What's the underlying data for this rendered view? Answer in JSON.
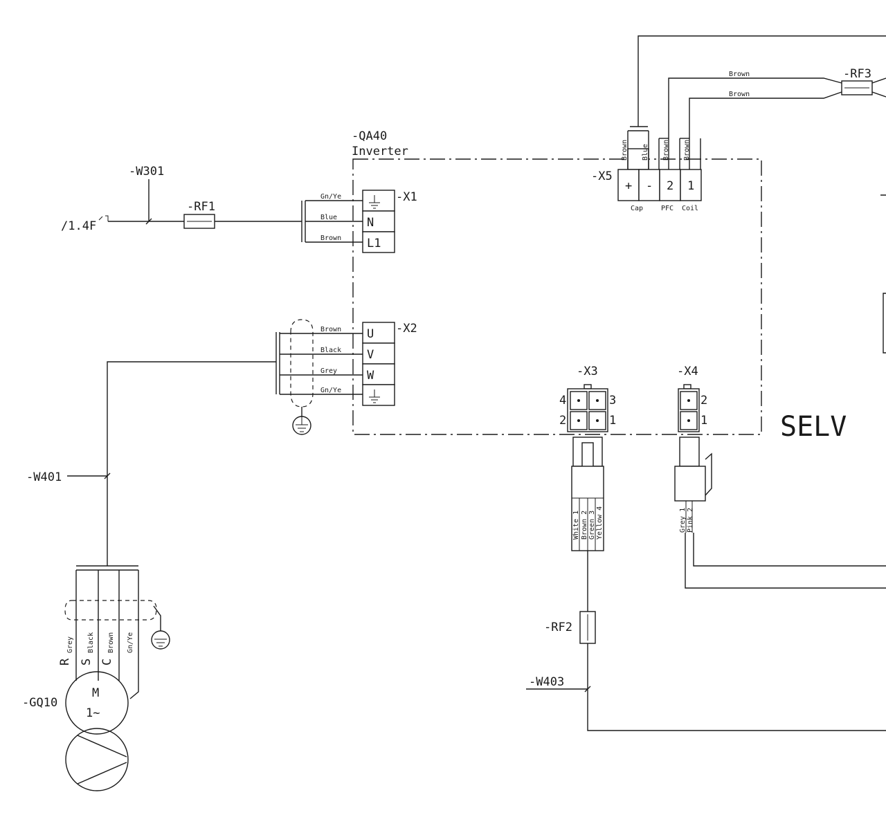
{
  "reference": "/1.4F",
  "cables": {
    "w301": "-W301",
    "w401": "-W401",
    "w403": "-W403"
  },
  "fuses": {
    "rf1": "-RF1",
    "rf2": "-RF2",
    "rf3": "-RF3"
  },
  "inverter": {
    "id": "-QA40",
    "name": "Inverter"
  },
  "x1": {
    "id": "-X1",
    "rows": [
      {
        "wire": "Gn/Ye",
        "terminal": "⏚"
      },
      {
        "wire": "Blue",
        "terminal": "N"
      },
      {
        "wire": "Brown",
        "terminal": "L1"
      }
    ]
  },
  "x2": {
    "id": "-X2",
    "rows": [
      {
        "wire": "Brown",
        "terminal": "U"
      },
      {
        "wire": "Black",
        "terminal": "V"
      },
      {
        "wire": "Grey",
        "terminal": "W"
      },
      {
        "wire": "Gn/Ye",
        "terminal": "⏚"
      }
    ]
  },
  "x5": {
    "id": "-X5",
    "pins": [
      "+",
      "-",
      "2",
      "1"
    ],
    "wires": [
      "Brown",
      "Blue",
      "Brown",
      "Brown"
    ],
    "group_labels": [
      "Cap",
      "PFC",
      "Coil"
    ],
    "top_wires": [
      "Brown",
      "Brown"
    ]
  },
  "x3": {
    "id": "-X3",
    "pin_numbers": [
      "4",
      "3",
      "2",
      "1"
    ],
    "wires": [
      "White 1",
      "Brown 2",
      "Green 3",
      "Yellow 4"
    ]
  },
  "x4": {
    "id": "-X4",
    "pin_numbers": [
      "2",
      "1"
    ],
    "wires": [
      "Grey 1",
      "Pink 2"
    ]
  },
  "selv": "SELV",
  "motor": {
    "id": "-GQ10",
    "symbol": "M",
    "phase": "1~",
    "terminals": [
      "R",
      "S",
      "C"
    ],
    "wires": [
      "Grey",
      "Black",
      "Brown",
      "Gn/Ye"
    ]
  }
}
